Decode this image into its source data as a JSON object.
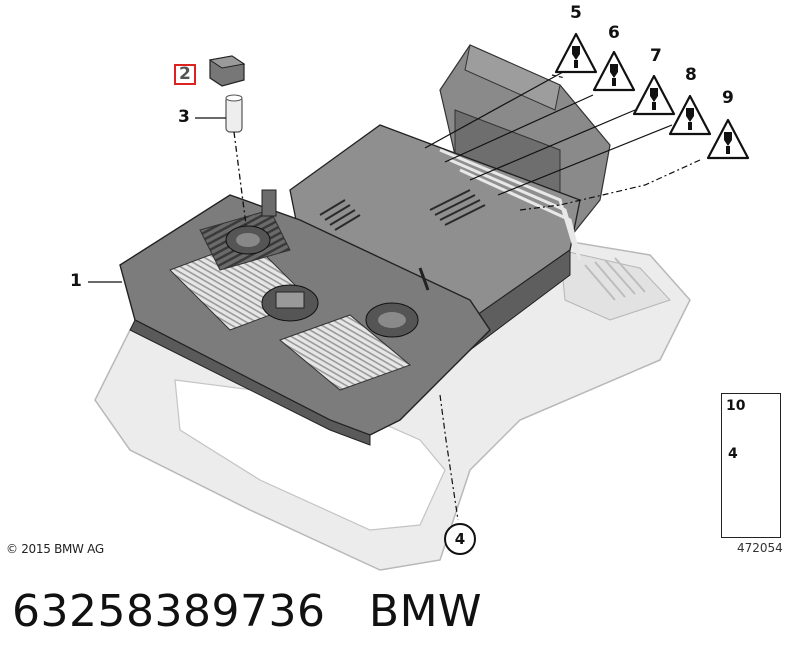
{
  "callouts": {
    "c1": "1",
    "c2": "2",
    "c3": "3",
    "c4_circled": "4",
    "c5": "5",
    "c6": "6",
    "c7": "7",
    "c8": "8",
    "c9": "9"
  },
  "legend": {
    "item_10": "10",
    "item_4": "4"
  },
  "copyright": "© 2015 BMW AG",
  "diagram_number": "472054",
  "part_number": "63258389736",
  "brand": "BMW"
}
